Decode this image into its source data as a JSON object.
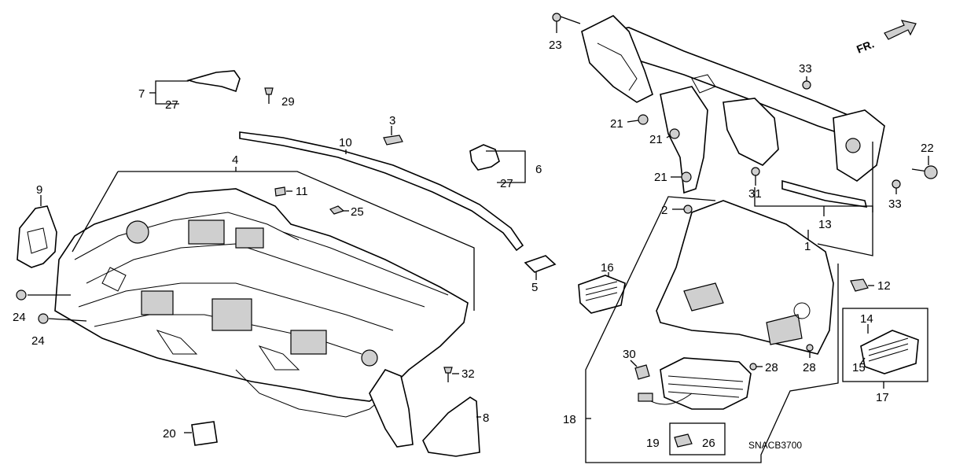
{
  "diagram_code": "SNACB3700",
  "direction_label": "FR.",
  "part_labels": {
    "p1": "1",
    "p2": "2",
    "p3": "3",
    "p4": "4",
    "p5": "5",
    "p6": "6",
    "p7": "7",
    "p8": "8",
    "p9": "9",
    "p10": "10",
    "p11": "11",
    "p12": "12",
    "p13": "13",
    "p14": "14",
    "p15": "15",
    "p16": "16",
    "p17": "17",
    "p18": "18",
    "p19": "19",
    "p20": "20",
    "p21": "21",
    "p22": "22",
    "p23": "23",
    "p24": "24",
    "p25": "25",
    "p26": "26",
    "p27": "27",
    "p28": "28",
    "p29": "29",
    "p30": "30",
    "p31": "31",
    "p32": "32",
    "p33": "33"
  }
}
